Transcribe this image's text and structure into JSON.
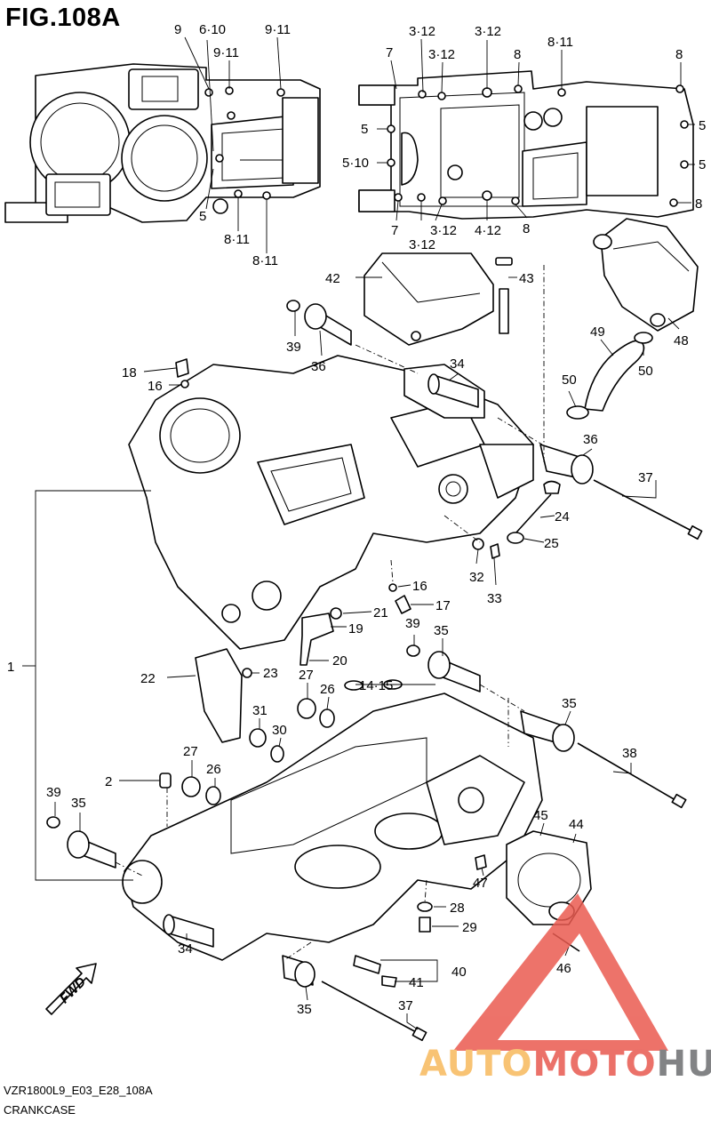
{
  "figure": {
    "title": "FIG.108A",
    "code": "VZR1800L9_E03_E28_108A",
    "caption": "CRANKCASE"
  },
  "callouts": [
    {
      "id": "top-left-9",
      "text": "9"
    },
    {
      "id": "top-left-6-10",
      "text": "6·10"
    },
    {
      "id": "top-left-9-11-a",
      "text": "9·11"
    },
    {
      "id": "top-left-9-11-b",
      "text": "9·11"
    },
    {
      "id": "top-left-5",
      "text": "5"
    },
    {
      "id": "top-left-8-11-a",
      "text": "8·11"
    },
    {
      "id": "top-left-8-11-b",
      "text": "8·11"
    },
    {
      "id": "top-right-7-a",
      "text": "7"
    },
    {
      "id": "top-right-3-12-a",
      "text": "3·12"
    },
    {
      "id": "top-right-3-12-b",
      "text": "3·12"
    },
    {
      "id": "top-right-3-12-c",
      "text": "3·12"
    },
    {
      "id": "top-right-8-a",
      "text": "8"
    },
    {
      "id": "top-right-8-11",
      "text": "8·11"
    },
    {
      "id": "top-right-8-b",
      "text": "8"
    },
    {
      "id": "top-right-5-a",
      "text": "5"
    },
    {
      "id": "top-right-5-b",
      "text": "5"
    },
    {
      "id": "top-right-5-10",
      "text": "5·10"
    },
    {
      "id": "top-right-5-c",
      "text": "5"
    },
    {
      "id": "top-right-8-c",
      "text": "8"
    },
    {
      "id": "top-right-7-b",
      "text": "7"
    },
    {
      "id": "top-right-3-12-d",
      "text": "3·12"
    },
    {
      "id": "top-right-4-12",
      "text": "4·12"
    },
    {
      "id": "top-right-8-d",
      "text": "8"
    },
    {
      "id": "top-right-3-12-e",
      "text": "3·12"
    },
    {
      "id": "part-42",
      "text": "42"
    },
    {
      "id": "part-43",
      "text": "43"
    },
    {
      "id": "part-48",
      "text": "48"
    },
    {
      "id": "part-39-a",
      "text": "39"
    },
    {
      "id": "part-36-a",
      "text": "36"
    },
    {
      "id": "part-49",
      "text": "49"
    },
    {
      "id": "part-50-a",
      "text": "50"
    },
    {
      "id": "part-50-b",
      "text": "50"
    },
    {
      "id": "part-34-a",
      "text": "34"
    },
    {
      "id": "part-18",
      "text": "18"
    },
    {
      "id": "part-16-a",
      "text": "16"
    },
    {
      "id": "part-36-b",
      "text": "36"
    },
    {
      "id": "part-37-a",
      "text": "37"
    },
    {
      "id": "part-24",
      "text": "24"
    },
    {
      "id": "part-25",
      "text": "25"
    },
    {
      "id": "part-32",
      "text": "32"
    },
    {
      "id": "part-33",
      "text": "33"
    },
    {
      "id": "part-1",
      "text": "1"
    },
    {
      "id": "part-16-b",
      "text": "16"
    },
    {
      "id": "part-17",
      "text": "17"
    },
    {
      "id": "part-21",
      "text": "21"
    },
    {
      "id": "part-19",
      "text": "19"
    },
    {
      "id": "part-39-b",
      "text": "39"
    },
    {
      "id": "part-35-a",
      "text": "35"
    },
    {
      "id": "part-20",
      "text": "20"
    },
    {
      "id": "part-22",
      "text": "22"
    },
    {
      "id": "part-23",
      "text": "23"
    },
    {
      "id": "part-27-a",
      "text": "27"
    },
    {
      "id": "part-26-a",
      "text": "26"
    },
    {
      "id": "part-14-15",
      "text": "14·15"
    },
    {
      "id": "part-35-b",
      "text": "35"
    },
    {
      "id": "part-31",
      "text": "31"
    },
    {
      "id": "part-30",
      "text": "30"
    },
    {
      "id": "part-38",
      "text": "38"
    },
    {
      "id": "part-27-b",
      "text": "27"
    },
    {
      "id": "part-26-b",
      "text": "26"
    },
    {
      "id": "part-2",
      "text": "2"
    },
    {
      "id": "part-39-c",
      "text": "39"
    },
    {
      "id": "part-35-c",
      "text": "35"
    },
    {
      "id": "part-45",
      "text": "45"
    },
    {
      "id": "part-44",
      "text": "44"
    },
    {
      "id": "part-47",
      "text": "47"
    },
    {
      "id": "part-28",
      "text": "28"
    },
    {
      "id": "part-29",
      "text": "29"
    },
    {
      "id": "part-34-b",
      "text": "34"
    },
    {
      "id": "part-40",
      "text": "40"
    },
    {
      "id": "part-41",
      "text": "41"
    },
    {
      "id": "part-46",
      "text": "46"
    },
    {
      "id": "part-35-d",
      "text": "35"
    },
    {
      "id": "part-37-b",
      "text": "37"
    }
  ],
  "direction_arrow": "FWD",
  "watermark": {
    "parts": [
      "AUTO",
      "MOTO",
      "HUB"
    ],
    "colors": {
      "auto": "#f7b95c",
      "moto": "#e8594f",
      "hub": "#6d6e70",
      "triangle": "#ea5a50"
    }
  }
}
